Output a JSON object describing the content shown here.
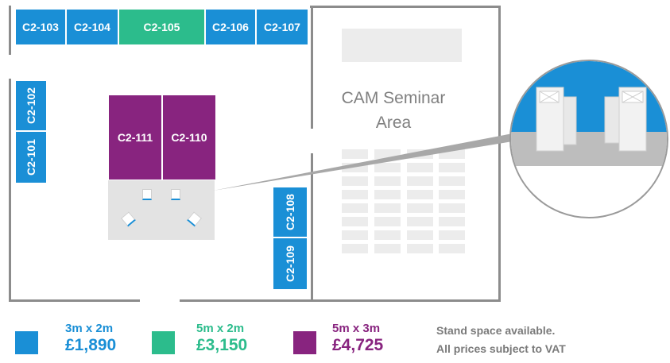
{
  "stands": {
    "c2_101": "C2-101",
    "c2_102": "C2-102",
    "c2_103": "C2-103",
    "c2_104": "C2-104",
    "c2_105": "C2-105",
    "c2_106": "C2-106",
    "c2_107": "C2-107",
    "c2_108": "C2-108",
    "c2_109": "C2-109",
    "c2_110": "C2-110",
    "c2_111": "C2-111"
  },
  "seminar": {
    "title_line1": "CAM Seminar",
    "title_line2": "Area"
  },
  "legend": [
    {
      "size": "3m x 2m",
      "price": "£1,890",
      "color": "#1a8fd6"
    },
    {
      "size": "5m x 2m",
      "price": "£3,150",
      "color": "#2cbc8c"
    },
    {
      "size": "5m x 3m",
      "price": "£4,725",
      "color": "#88247f"
    }
  ],
  "notes": {
    "line1": "Stand space available.",
    "line2": "All prices subject to VAT"
  },
  "colors": {
    "stand_3x2": "#1a8fd6",
    "stand_5x2": "#2cbc8c",
    "stand_5x3": "#88247f",
    "walls": "#8c8c8c",
    "seminar_text": "#808080",
    "preview_sky": "#1a8fd6"
  }
}
